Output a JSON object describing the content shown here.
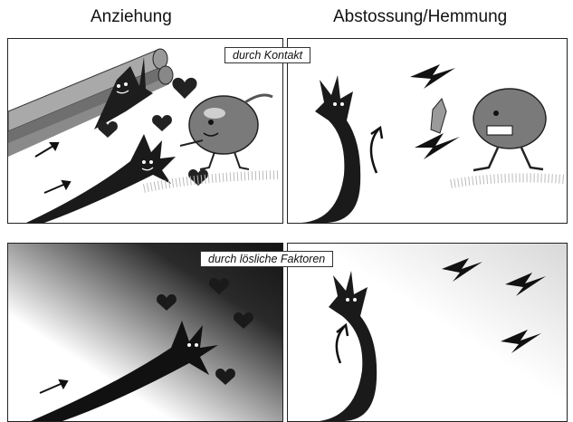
{
  "columns": {
    "attraction": "Anziehung",
    "repulsion": "Abstossung/Hemmung"
  },
  "rows": {
    "contact": "durch Kontakt",
    "soluble": "durch lösliche Faktoren"
  },
  "colors": {
    "ink": "#111111",
    "heart": "#222222",
    "gradient_dark": "#141414"
  },
  "icons": [
    "axon-bundle-icon",
    "growth-cone-icon",
    "heart-icon",
    "cell-character-icon",
    "lightning-icon",
    "arrow-icon"
  ]
}
